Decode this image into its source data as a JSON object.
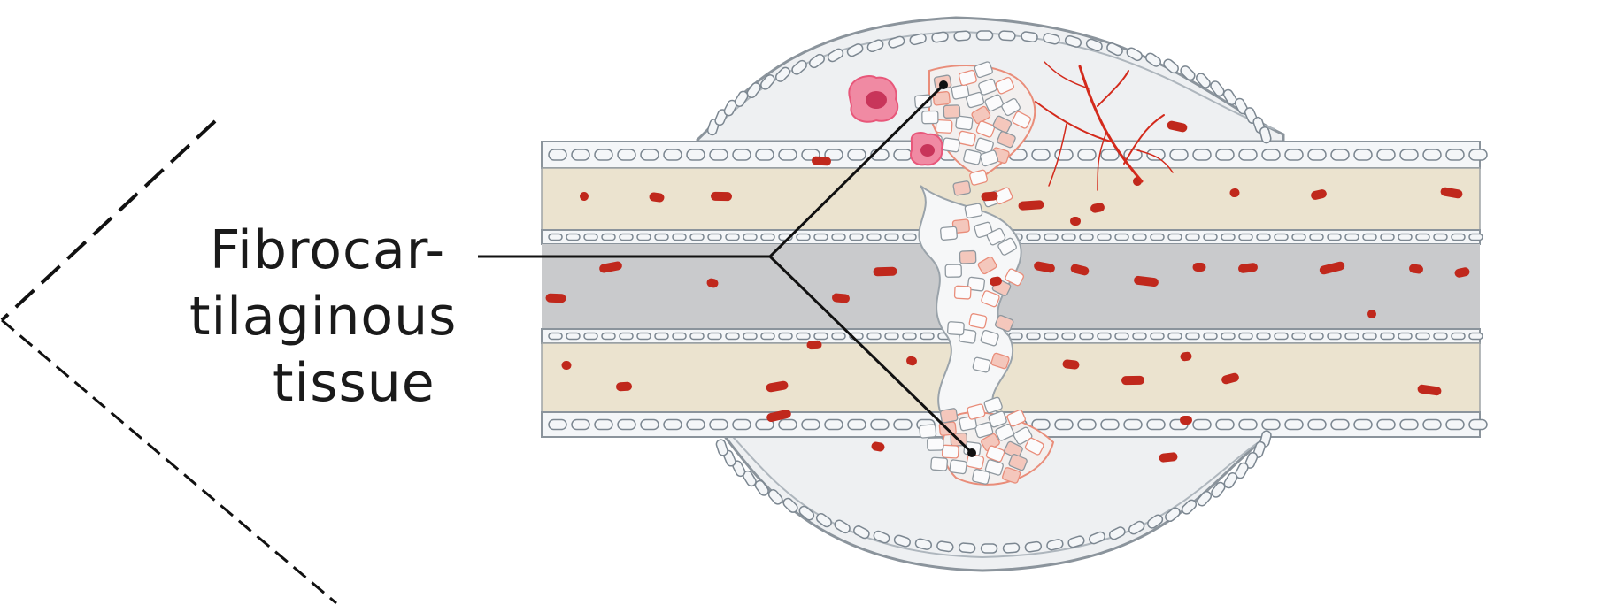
{
  "figure": {
    "label_lines": [
      "Fibrocar-",
      "tilaginous",
      "tissue"
    ]
  },
  "colors": {
    "background": "#ffffff",
    "bone_cortex": "#ebe3cf",
    "marrow_cavity": "#c9cacc",
    "periosteum_cells": "#f4f6f8",
    "cell_outline": "#7c8791",
    "callus": "#eef0f2",
    "blood_vessel": "#d32a1c",
    "red_cells": "#c0281c",
    "fibrocartilage_pink": "#e98d7a",
    "osteoclast": "#e8577a",
    "leader_line": "#111111"
  },
  "icons": [
    "osteoclast-cell-icon",
    "blood-vessel-icon"
  ]
}
